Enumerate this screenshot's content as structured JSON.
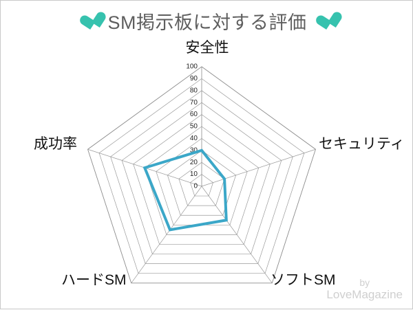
{
  "header": {
    "title": "SM掲示板に対する評価",
    "left_icon": "heart-icon",
    "right_icon": "heart-icon",
    "accent_color": "#36c2ae"
  },
  "credit": {
    "by_label": "by",
    "name": "LoveMagazine"
  },
  "chart_data": {
    "type": "radar",
    "title": "SM掲示板に対する評価",
    "categories": [
      "安全性",
      "セキュリティ",
      "ソフトSM",
      "ハードSM",
      "成功率"
    ],
    "values": [
      30,
      20,
      35,
      45,
      50
    ],
    "series": [
      {
        "name": "SM掲示板に対する評価",
        "values": [
          30,
          20,
          35,
          45,
          50
        ],
        "color": "#3ba7c8"
      }
    ],
    "tick_labels": [
      "0",
      "10",
      "20",
      "30",
      "40",
      "50",
      "60",
      "70",
      "80",
      "90",
      "100"
    ],
    "tick_values": [
      0,
      10,
      20,
      30,
      40,
      50,
      60,
      70,
      80,
      90,
      100
    ],
    "rlim": [
      0,
      100
    ],
    "rstep": 10,
    "ring_count": 10,
    "grid": true,
    "grid_color": "#9a9a9a",
    "legend": false,
    "xlabel": "",
    "ylabel": ""
  }
}
